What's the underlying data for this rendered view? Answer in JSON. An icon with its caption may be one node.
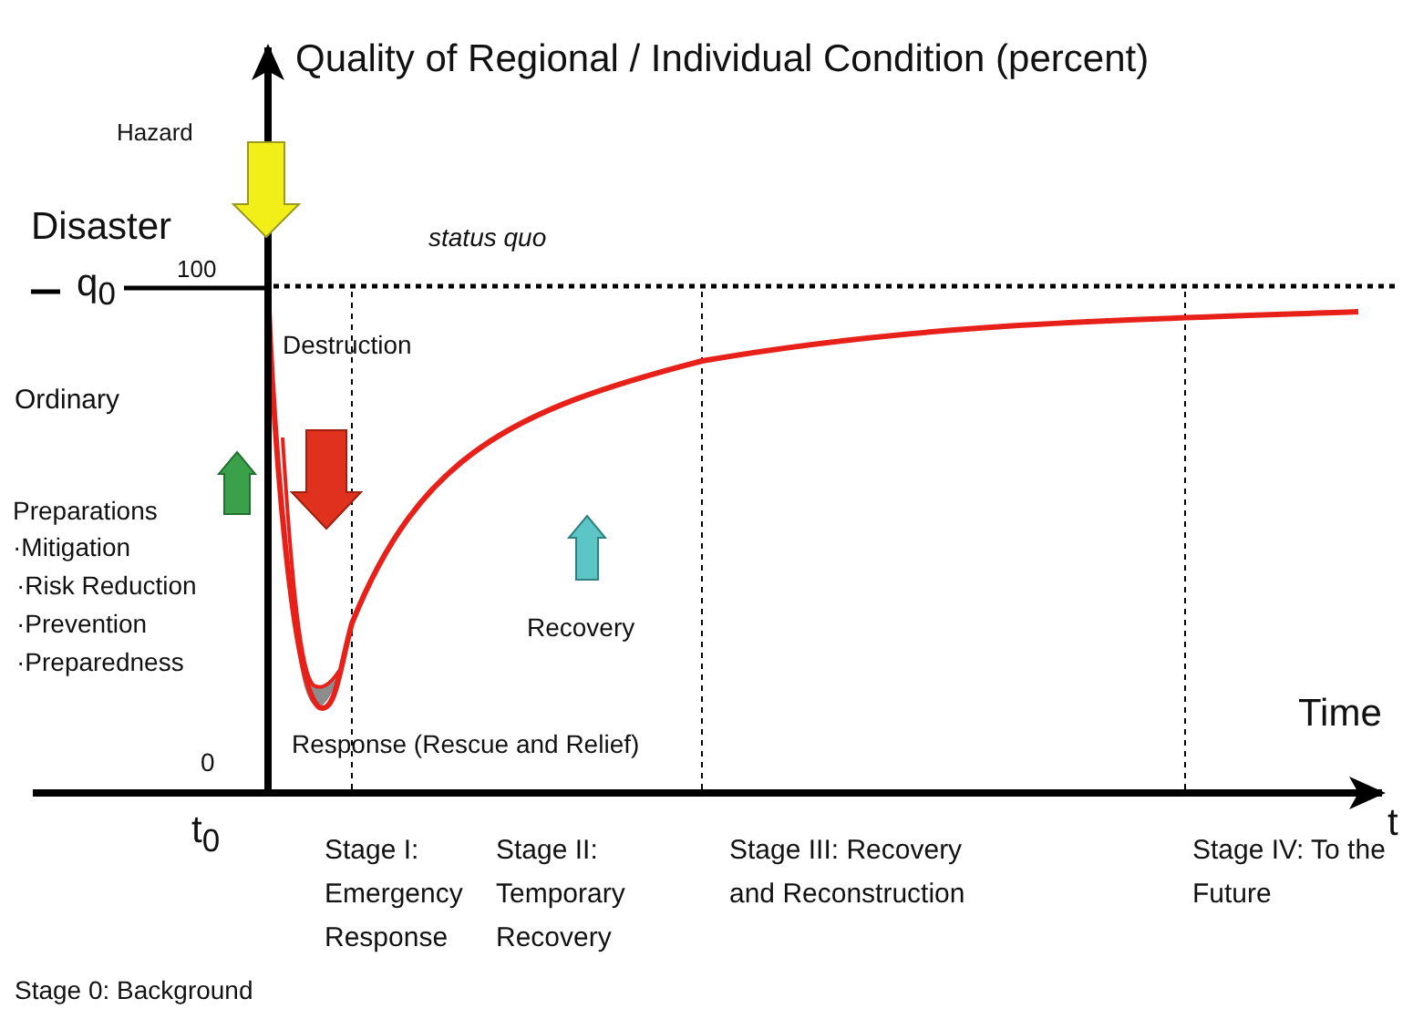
{
  "diagram": {
    "labels": [
      "Quality of Regional / Individual Condition (percent)",
      "Hazard",
      "Disaster",
      "status quo",
      "q$_{0}$",
      "100",
      "Destruction",
      "Ordinary",
      "Preparations",
      "·Mitigation",
      "·Risk Reduction",
      "·Prevention",
      "·Preparedness",
      "Recovery",
      "Response (Rescue and Relief)",
      "0",
      "Time",
      "t$_{0}$",
      "Stage I: Emergency Response",
      "Stage II: Temporary Recovery",
      "Stage III: Recovery and Reconstruction",
      "Stage IV: To the Future",
      "t",
      "Stage 0: Background"
    ]
  }
}
